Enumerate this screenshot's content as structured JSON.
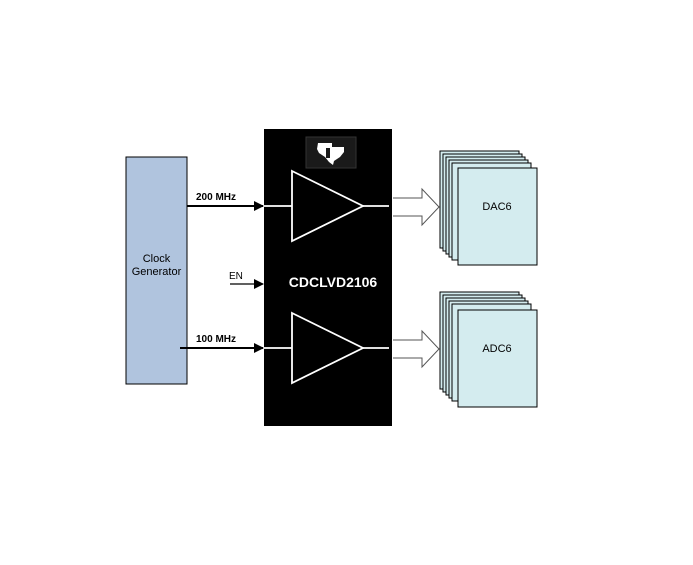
{
  "clock_generator": {
    "label_line1": "Clock",
    "label_line2": "Generator",
    "fill": "#b0c4de"
  },
  "signals": {
    "upper_freq": "200 MHz",
    "lower_freq": "100 MHz",
    "enable": "EN"
  },
  "chip": {
    "name": "CDCLVD2106",
    "fill": "#000000",
    "logo": "ti-logo-icon"
  },
  "outputs": {
    "upper": {
      "label": "DAC6",
      "count": 6
    },
    "lower": {
      "label": "ADC6",
      "count": 6
    },
    "fill": "#d4ecef"
  }
}
